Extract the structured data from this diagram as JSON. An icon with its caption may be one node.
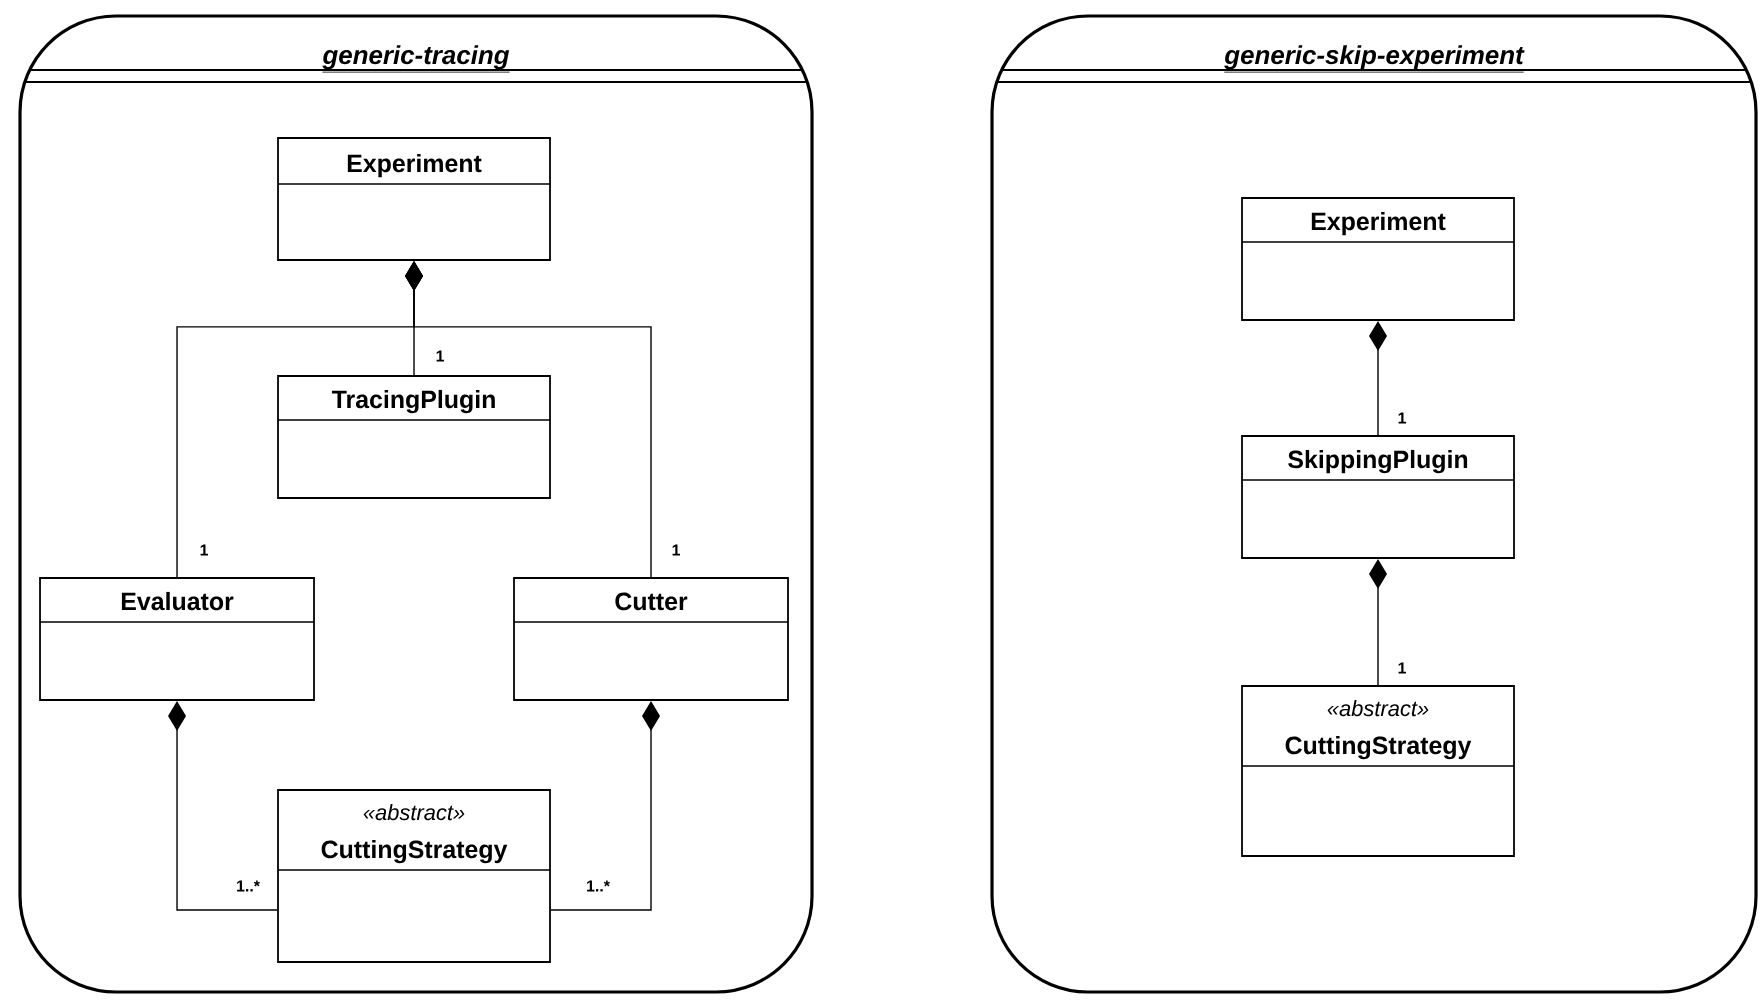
{
  "diagram": {
    "nodes": [
      {
        "text": [
          "generic-tracing"
        ]
      },
      {
        "text": [
          "Experiment"
        ],
        "in": 0
      },
      {
        "text": [
          "TracingPlugin"
        ],
        "in": 0
      },
      {
        "text": [
          "Evaluator"
        ],
        "in": 0
      },
      {
        "text": [
          "Cutter"
        ],
        "in": 0
      },
      {
        "text": [
          "«abstract»",
          "CuttingStrategy"
        ],
        "in": 0
      },
      {
        "text": [
          "generic-skip-experiment"
        ]
      },
      {
        "text": [
          "Experiment"
        ],
        "in": 6
      },
      {
        "text": [
          "SkippingPlugin"
        ],
        "in": 6
      },
      {
        "text": [
          "«abstract»",
          "CuttingStrategy"
        ],
        "in": 6
      }
    ],
    "edges": [
      {
        "from": 1,
        "to": 2,
        "arrow": "other",
        "label": "1"
      },
      {
        "from": 1,
        "to": 3,
        "arrow": "other",
        "label": "1"
      },
      {
        "from": 1,
        "to": 4,
        "arrow": "other",
        "label": "1"
      },
      {
        "from": 3,
        "to": 5,
        "arrow": "other",
        "label": "1..*"
      },
      {
        "from": 4,
        "to": 5,
        "arrow": "other",
        "label": "1..*"
      },
      {
        "from": 7,
        "to": 8,
        "arrow": "other",
        "label": "1"
      },
      {
        "from": 8,
        "to": 9,
        "arrow": "other",
        "label": "1"
      }
    ]
  }
}
